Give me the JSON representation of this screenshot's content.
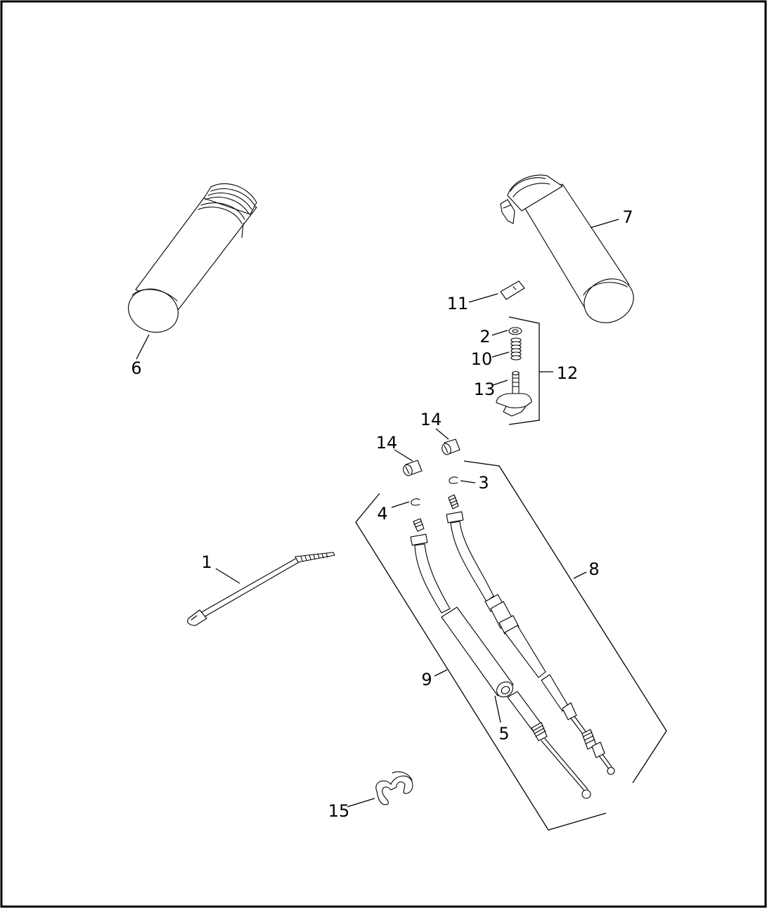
{
  "diagram": {
    "type": "exploded-parts-diagram",
    "callouts": {
      "c1": "1",
      "c2": "2",
      "c3": "3",
      "c4": "4",
      "c5": "5",
      "c6": "6",
      "c7": "7",
      "c8": "8",
      "c9": "9",
      "c10": "10",
      "c11": "11",
      "c12": "12",
      "c13": "13",
      "c14a": "14",
      "c14b": "14",
      "c15": "15"
    }
  }
}
